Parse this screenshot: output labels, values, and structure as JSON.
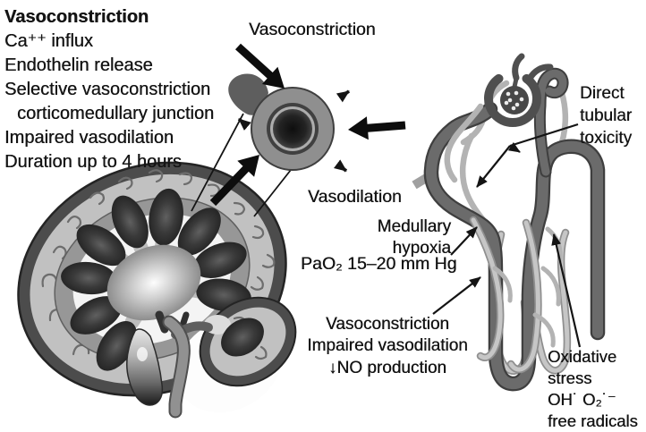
{
  "palette": {
    "ink": "#141414",
    "paper": "#ffffff"
  },
  "left_panel": {
    "title": "Vasoconstriction",
    "items": [
      "Ca⁺⁺ influx",
      "Endothelin release",
      "Selective vasoconstriction",
      "corticomedullary junction",
      "Impaired vasodilation",
      "Duration up to 4 hours"
    ]
  },
  "vessel_diagram": {
    "top_label": "Vasoconstriction",
    "bottom_label": "Vasodilation"
  },
  "nephron_diagram": {
    "direct_tubular_toxicity": {
      "lines": [
        "Direct",
        "tubular",
        "toxicity"
      ]
    },
    "medullary_hypoxia": {
      "lines": [
        "Medullary",
        "hypoxia"
      ],
      "value": "PaO₂ 15–20 mm Hg"
    },
    "vasoconstriction_block": {
      "lines": [
        "Vasoconstriction",
        "Impaired vasodilation",
        "↓NO production"
      ]
    },
    "oxidative_stress": {
      "lines": [
        "Oxidative",
        "stress",
        "OH˙ O₂˙⁻",
        "free radicals"
      ]
    }
  },
  "icons": {
    "kidney": "kidney-cross-section",
    "vessel": "arteriole-cross-section",
    "nephron": "nephron-with-vasa-recta"
  }
}
